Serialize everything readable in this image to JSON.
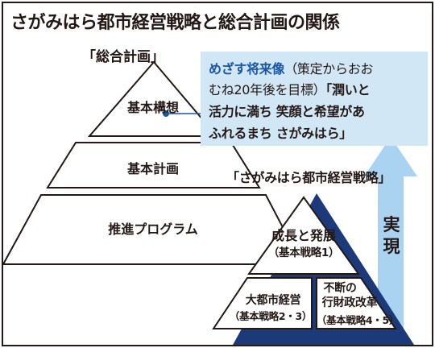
{
  "title": "さがみはら都市経営戦略と総合計画の関係",
  "comprehensive_plan": {
    "label": "「総合計画」",
    "levels": [
      "基本構想",
      "基本計画",
      "推進プログラム"
    ]
  },
  "future_vision": {
    "heading": "めざす将来像",
    "paren_1": "（策定からおお",
    "paren_2": "むね20年後を目標）",
    "quote_1": "「潤いと",
    "line_3": "活力に満ち 笑顔と希望があ",
    "line_4": "ふれるまち さがみはら」"
  },
  "urban_strategy": {
    "label": "「さがみはら都市経営戦略」",
    "top": {
      "title": "成長と発展",
      "sub": "（基本戦略1）"
    },
    "bottom_left": {
      "title": "大都市経営",
      "sub": "（基本戦略2・3）"
    },
    "bottom_right": {
      "title_1": "不断の",
      "title_2": "行財政改革",
      "sub": "（基本戦略4・5）"
    }
  },
  "arrow_label": "実現",
  "colors": {
    "ink": "#231815",
    "navy": "#1c3a7a",
    "light_blue": "#d2e7f5",
    "arrow_blue": "#a9d3f0",
    "accent_blue": "#1a56a8"
  }
}
